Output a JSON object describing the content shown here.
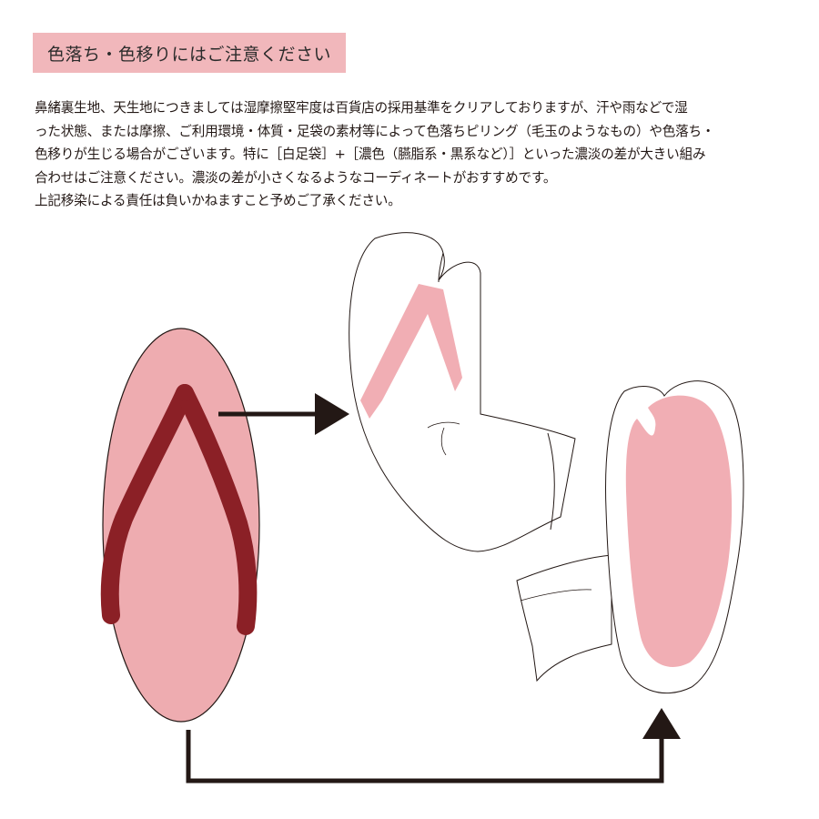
{
  "title": "色落ち・色移りにはご注意ください",
  "paragraph": [
    "鼻緒裏生地、天生地につきましては湿摩擦堅牢度は百貨店の採用基準をクリアしておりますが、汗や雨などで湿",
    "った状態、または摩擦、ご利用環境・体質・足袋の素材等によって色落ちピリング（毛玉のようなもの）や色落ち・",
    "色移りが生じる場合がございます。特に［白足袋］+［濃色（臙脂系・黒系など）］といった濃淡の差が大きい組み",
    "合わせはご注意ください。濃淡の差が小さくなるようなコーディネートがおすすめです。",
    "上記移染による責任は負いかねますこと予めご了承ください。"
  ],
  "colors": {
    "badge": "#f1b7bb",
    "sandal_base": "#eeacb0",
    "strap": "#8b2026",
    "stain": "#f1aeb4",
    "arrow": "#231815"
  },
  "icons": [
    "zori-sandal-icon",
    "tabi-sock-icon",
    "tabi-sole-icon",
    "arrow-right-icon",
    "arrow-up-icon"
  ]
}
